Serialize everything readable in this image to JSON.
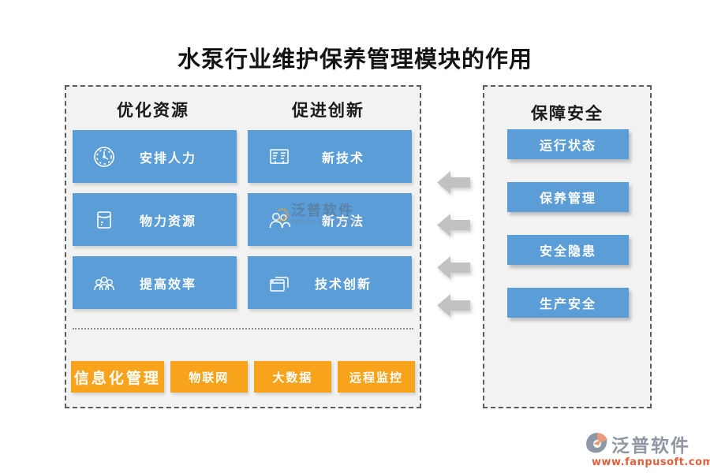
{
  "title": "水泵行业维护保养管理模块的作用",
  "left_panel": {
    "columns": [
      {
        "header": "优化资源",
        "items": [
          {
            "label": "安排人力",
            "icon": "clock-icon"
          },
          {
            "label": "物力资源",
            "icon": "envelope-icon"
          },
          {
            "label": "提高效率",
            "icon": "people-group-icon"
          }
        ]
      },
      {
        "header": "促进创新",
        "items": [
          {
            "label": "新技术",
            "icon": "list-board-icon"
          },
          {
            "label": "新方法",
            "icon": "two-people-icon"
          },
          {
            "label": "技术创新",
            "icon": "stacked-windows-icon"
          }
        ]
      }
    ],
    "tags": [
      "信息化管理",
      "物联网",
      "大数据",
      "远程监控"
    ]
  },
  "arrows": {
    "count": 4,
    "direction": "left"
  },
  "right_panel": {
    "header": "保障安全",
    "items": [
      "运行状态",
      "保养管理",
      "安全隐患",
      "生产安全"
    ]
  },
  "watermark": {
    "text": "泛普软件",
    "subtext": "FANPU SOFTWARE"
  },
  "footer": {
    "brand": "泛普软件",
    "url": "www.fanpusoft.com"
  },
  "colors": {
    "blue": "#5b9dd6",
    "orange": "#f7a31c",
    "panel_bg": "#f2f2f2",
    "dashed_border": "#5b5b5b",
    "arrow_gray": "#c2c2c2",
    "url_orange": "#e0603c"
  }
}
